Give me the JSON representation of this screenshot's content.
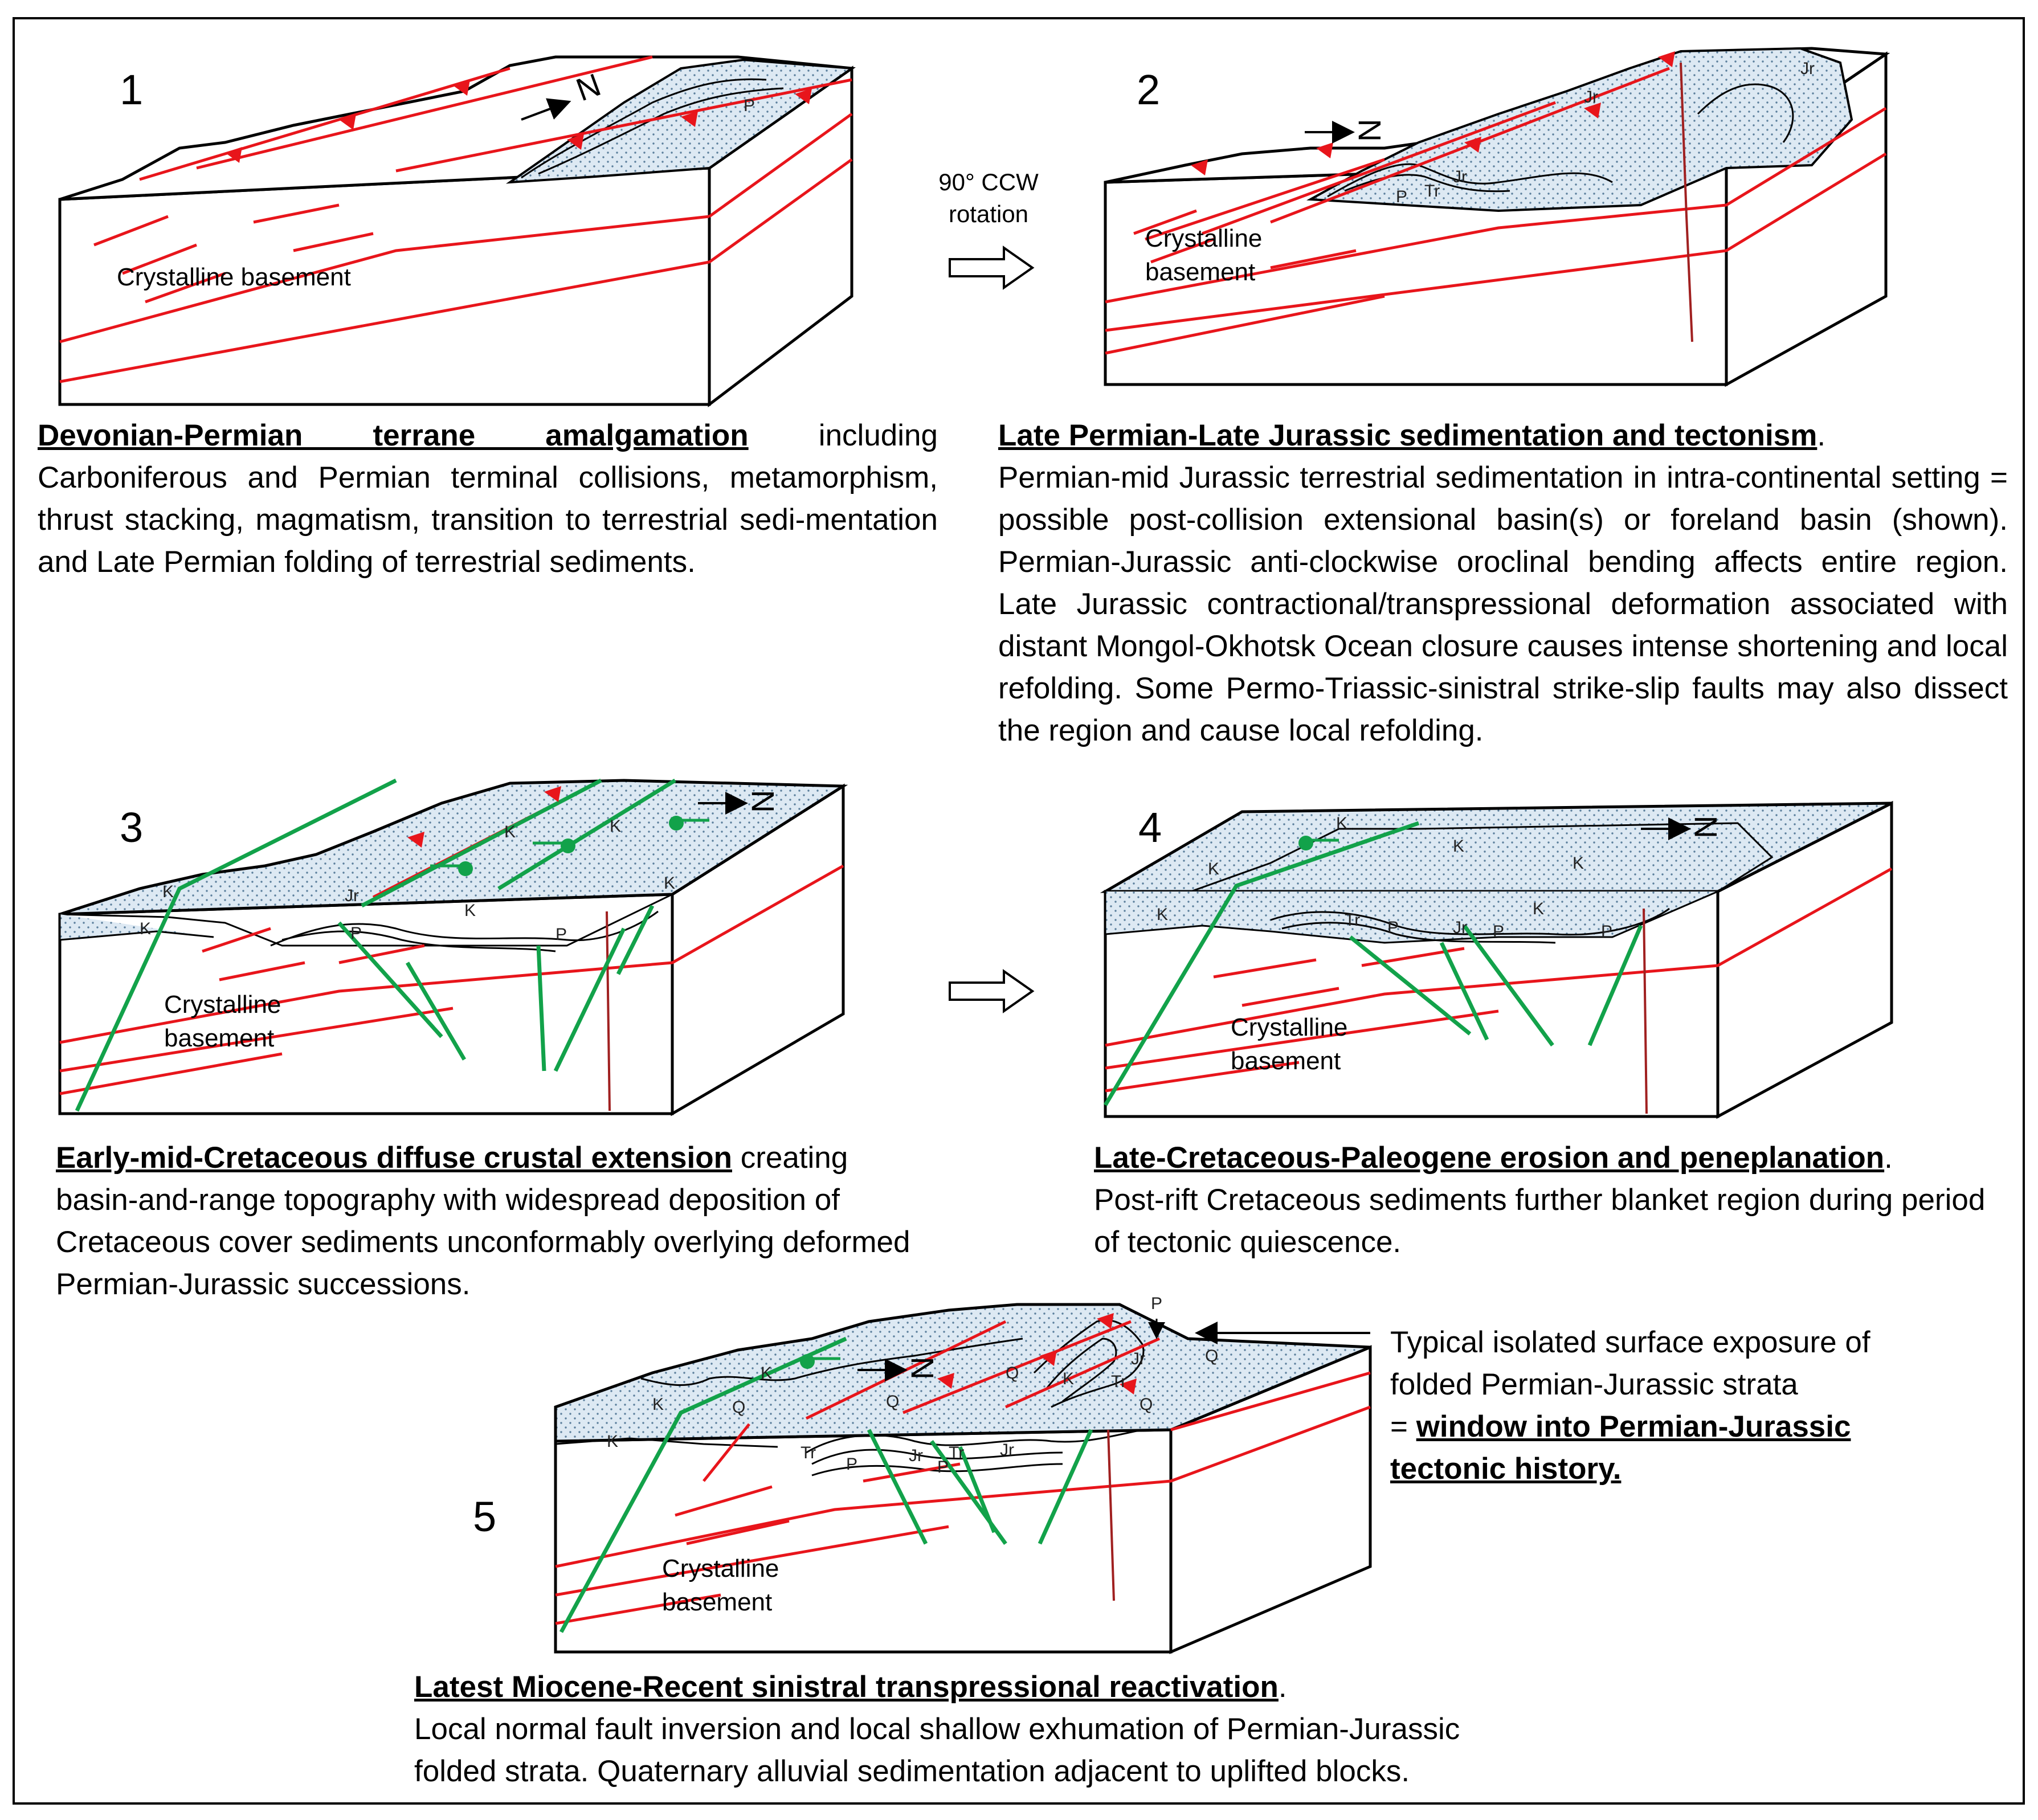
{
  "colors": {
    "fault_red": "#e8151b",
    "fault_green": "#12a24a",
    "stipple_fill": "#dde9f3",
    "outline": "#000000"
  },
  "panels": [
    {
      "number": "1",
      "basement_label": "Crystalline basement",
      "north_label": "N",
      "units": [
        "P"
      ],
      "caption_title": "Devonian-Permian terrane amalgamation",
      "caption_text": " including Carboniferous and Permian terminal collisions, metamorphism, thrust stacking, magmatism, transition to terrestrial sedi-mentation and Late Permian folding of terrestrial sediments."
    },
    {
      "number": "2",
      "basement_label_1": "Crystalline",
      "basement_label_2": "basement",
      "north_label": "N",
      "units": [
        "P",
        "Tr",
        "Jr",
        "Jr",
        "Jr"
      ],
      "caption_title": "Late Permian-Late Jurassic sedimentation and tectonism",
      "caption_title_end": ".",
      "caption_text": "Permian-mid Jurassic terrestrial sedimentation in intra-continental setting = possible post-collision extensional basin(s) or foreland basin (shown). Permian-Jurassic anti-clockwise oroclinal bending affects entire region. Late Jurassic contractional/transpressional deformation associated with distant Mongol-Okhotsk Ocean closure causes intense shortening and local refolding. Some Permo-Triassic-sinistral strike-slip faults may also dissect the region and cause local refolding."
    },
    {
      "number": "3",
      "basement_label_1": "Crystalline",
      "basement_label_2": "basement",
      "north_label": "N",
      "units": [
        "K",
        "K",
        "K",
        "K",
        "K",
        "Jr",
        "P",
        "P",
        "K"
      ],
      "caption_title": "Early-mid-Cretaceous diffuse crustal extension",
      "caption_text": " creating basin-and-range topography with widespread deposition of Cretaceous cover sediments unconformably overlying deformed Permian-Jurassic successions."
    },
    {
      "number": "4",
      "basement_label_1": "Crystalline",
      "basement_label_2": "basement",
      "north_label": "N",
      "units": [
        "K",
        "K",
        "K",
        "K",
        "K",
        "K",
        "Tr",
        "P",
        "Jr",
        "P",
        "P"
      ],
      "caption_title": "Late-Cretaceous-Paleogene erosion and peneplanation",
      "caption_title_end": ".",
      "caption_text": "Post-rift Cretaceous sediments further blanket region during period of tectonic quiescence."
    },
    {
      "number": "5",
      "basement_label_1": "Crystalline",
      "basement_label_2": "basement",
      "north_label": "N",
      "units": [
        "K",
        "K",
        "K",
        "Q",
        "Q",
        "Q",
        "K",
        "Q",
        "Q",
        "Jr",
        "Tr",
        "P",
        "Tr",
        "P",
        "Jr",
        "Tr",
        "Jr",
        "P"
      ],
      "caption_title": "Latest Miocene-Recent sinistral transpressional reactivation",
      "caption_title_end": ".",
      "caption_text_1": "Local normal fault inversion and local shallow exhumation of Permian-Jurassic",
      "caption_text_2": "folded strata.  Quaternary alluvial sedimentation adjacent to uplifted blocks."
    }
  ],
  "rotation_label_1": "90° CCW",
  "rotation_label_2": "rotation",
  "annotation": {
    "line_1": "Typical isolated surface exposure of",
    "line_2": "folded Permian-Jurassic strata",
    "line_3_prefix": "= ",
    "line_3_bold": "window into Permian-Jurassic",
    "line_4_bold": "tectonic history."
  }
}
